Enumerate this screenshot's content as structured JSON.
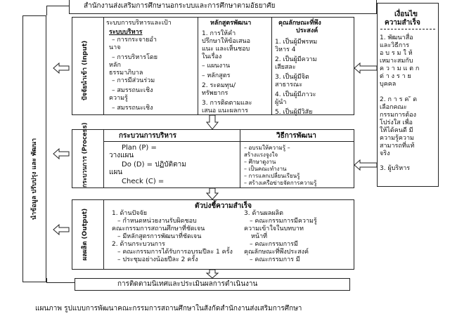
{
  "top_banner": "สำนักงานส่งเสริมการศึกษานอกระบบและการศึกษาตามอัธยาศัย",
  "left_side_label": "นำข้อมูล ปรับปรุง และ พัฒนา",
  "input": {
    "label": "ปัจจัยนำเข้า (Input)",
    "col1_header": "ระบบการบริหารและเป้า",
    "col1_sub": "ระบบบริหาร",
    "col1_items": [
      "– การกระจายอำ",
      "นาจ",
      "– การบริหารโดย",
      "หลัก",
      "ธรรมาภิบาล",
      "– การมีส่วนร่วม",
      "– สมรรถนะเชิง",
      "ความรู้",
      "– สมรรถนะเชิง"
    ],
    "col2_header": "หลักสูตรพัฒนา",
    "col2_items": [
      "1.     การให้คำ",
      "ปรึกษาให้ข้อเสนอ",
      "แนะ  และเห็นชอบ",
      "ในเรื่อง",
      "   – แผนงาน",
      "   – หลักสูตร",
      "2. ระดมทุน/",
      "ทรัพยากร",
      "3. การติดตามและ",
      "เสนอ แนะผลการ"
    ],
    "col3_header": "คุณลักษณะที่พึง",
    "col3_header2": "ประสงค์",
    "col3_items": [
      "1. เป็นผู้มีพรหม",
      "วิหาร 4",
      "2. เป็นผู้มีความ",
      "เสียสละ",
      "3. เป็นผู้มีจิต",
      "สาธารณะ",
      "4. เป็นผู้มีภาวะ",
      "ผู้นำ",
      "5. เป็นผู้มีวิสัย"
    ]
  },
  "conditions": {
    "title1": "เงื่อนไข",
    "title2": "ความสำเร็จ",
    "items": [
      "1.  พัฒนาสื่อ",
      "และวิธีการ",
      "อ บ ร ม ใ ห้",
      "เหมาะสมกับ",
      "ค ว า ม แ ต ก",
      "ต่ า ง ร า ย",
      "บุคคล",
      "",
      "2. ก า ร ค ั ด",
      "เลือกคณะ",
      "กรรมการต้อง",
      "โปร่งใส  เพื่อ",
      "ให้ได้คนดี  มี",
      "ความรู้ความ",
      "สามารถที่แท้",
      "จริง",
      "",
      "3.   ผู้บริหาร"
    ]
  },
  "process": {
    "label": "กระบวนการ (Process)",
    "col1_header": "กระบวนการบริหาร",
    "col1_items": [
      "Plan  (P)            =",
      "วางแผน",
      "Do (D) = ปฏิบัติตาม",
      "แผน",
      "Check (C)           ="
    ],
    "col2_header": "วิธีการพัฒนา",
    "col2_items": [
      "– อบรมให้ความรู้              –",
      "สร้างแรงจูงใจ",
      "– ศึกษาดูงาน",
      "– เป็นคณะทำงาน",
      "– การแลกเปลี่ยนเรียนรู้",
      "– สร้างเครือข่ายจัดการความรู้"
    ]
  },
  "output": {
    "label": "ผลผลิต (Output)",
    "header": "ตัวบ่งชี้ความสำเร็จ",
    "left_items": [
      "1. ด้านปัจจัย",
      "– กำหนดหน่วยงานรับผิดชอบ",
      "คณะกรรมการสถานศึกษาที่ชัดเจน",
      "– มีหลักสูตรการพัฒนาที่ชัดเจน",
      "2. ด้านกระบวนการ",
      "– คณะกรรมการได้รับการอบรมปีละ 1 ครั้ง",
      "– ประชุมอย่างน้อยปีละ 2 ครั้ง"
    ],
    "right_items": [
      "3. ด้านผลผลิต",
      "– คณะกรรมการมีความรู้",
      "ความเข้าใจในบทบาท",
      "หน้าที่",
      "– คณะกรรมการมี",
      "คุณลักษณะที่พึงประสงค์",
      "– คณะกรรมการ มี"
    ]
  },
  "bottom_box": "การติดตามนิเทศและประเมินผลการดำเนินงาน",
  "caption": "แผนภาพ  รูปแบบการพัฒนาคณะกรรมการสถานศึกษาในสังกัดสำนักงานส่งเสริมการศึกษา"
}
